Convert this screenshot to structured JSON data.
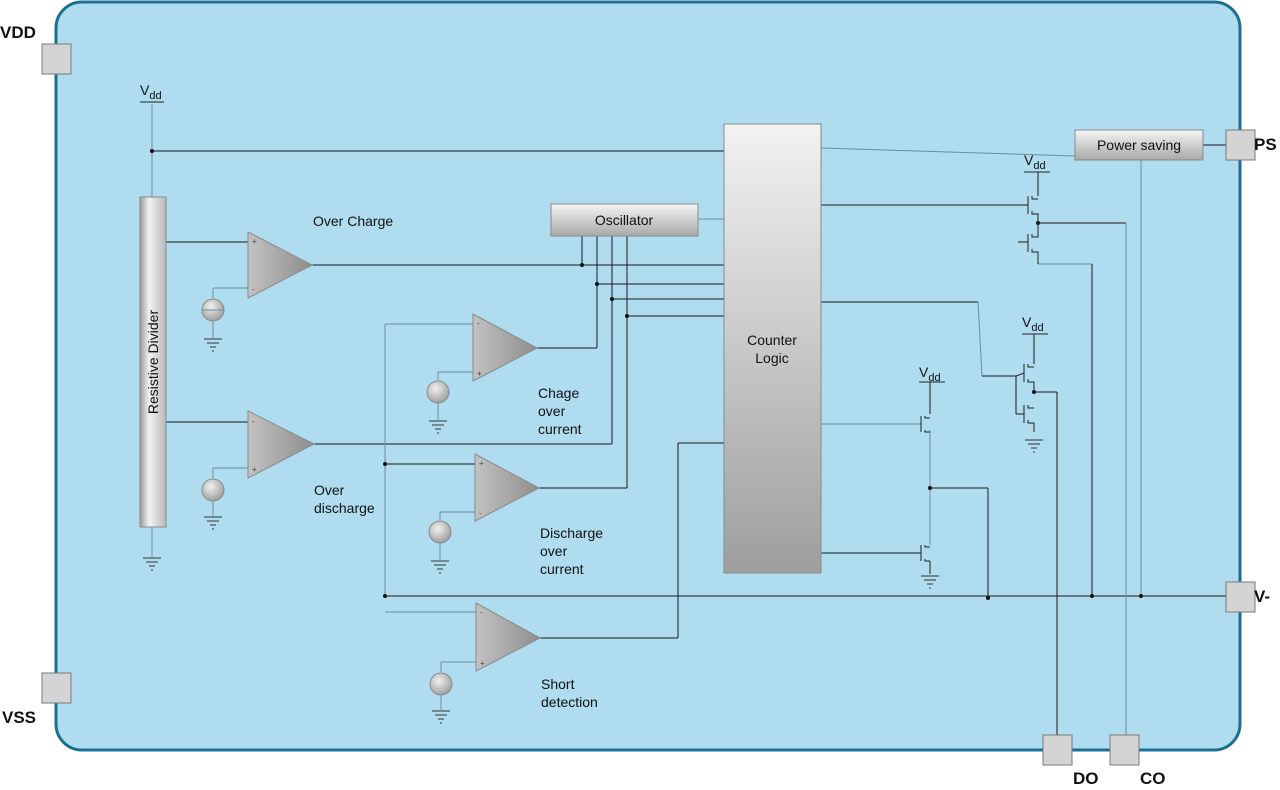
{
  "pins": {
    "vdd": "VDD",
    "vss": "VSS",
    "ps": "PS",
    "vminus": "V-",
    "do": "DO",
    "co": "CO"
  },
  "blocks": {
    "resistive_divider": "Resistive Divider",
    "oscillator": "Oscillator",
    "counter_logic": [
      "Counter",
      "Logic"
    ],
    "power_saving": "Power saving"
  },
  "comparators": {
    "over_charge": [
      "Over Charge"
    ],
    "charge_over_current": [
      "Chage",
      "over",
      "current"
    ],
    "over_discharge": [
      "Over",
      "discharge"
    ],
    "discharge_over_current": [
      "Discharge",
      "over",
      "current"
    ],
    "short_detection": [
      "Short",
      "detection"
    ]
  },
  "supply": {
    "v": "V",
    "dd": "dd"
  },
  "colors": {
    "background": "#afdcef",
    "border": "#1c6f94",
    "block_fill": "#c9c9c9"
  }
}
